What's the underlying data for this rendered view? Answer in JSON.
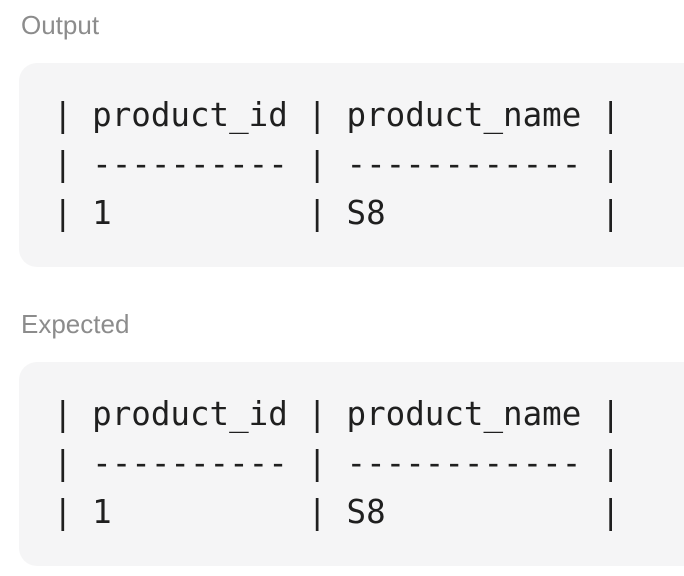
{
  "output": {
    "label": "Output",
    "lines": [
      "| product_id | product_name |",
      "| ---------- | ------------ |",
      "| 1          | S8           |"
    ]
  },
  "expected": {
    "label": "Expected",
    "lines": [
      "| product_id | product_name |",
      "| ---------- | ------------ |",
      "| 1          | S8           |"
    ]
  }
}
